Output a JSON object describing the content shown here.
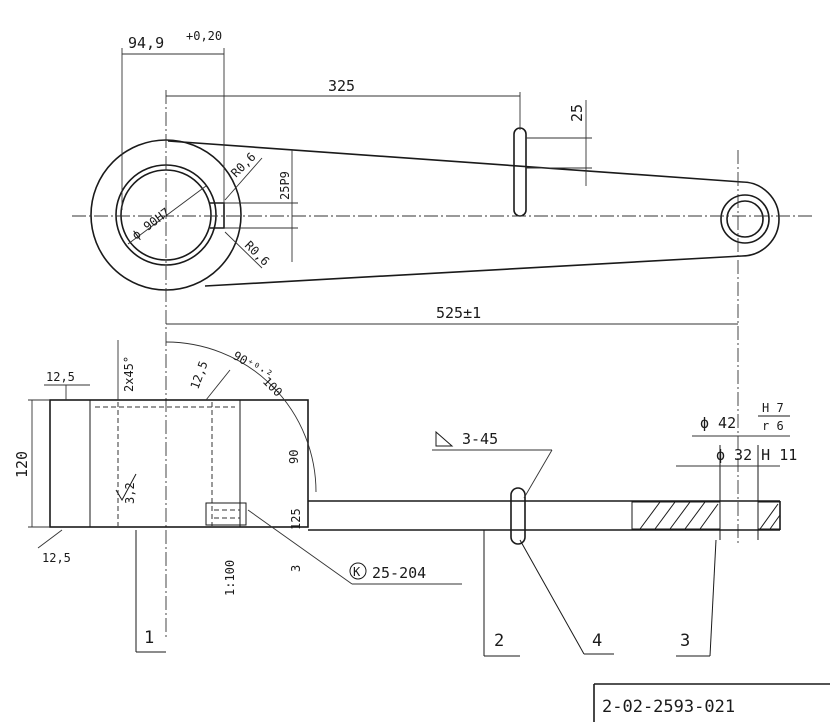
{
  "dimensions": {
    "d_94_9": "94,9",
    "d_94_9_tol": "+0,20",
    "d_325": "325",
    "d_25_top": "25",
    "d_525": "525±1",
    "d_r06_a": "R0,6",
    "d_r06_b": "R0,6",
    "d_25p9": "25P9",
    "d_bore": "ϕ 90H7",
    "d_2x45": "2x45°",
    "d_12_5_a": "12,5",
    "d_12_5_b": "12,5",
    "d_12_5_c": "12,5",
    "d_120": "120",
    "d_3_2": "3,2",
    "d_125": "125",
    "d_1_100": "1:100",
    "d_3": "3",
    "d_90_tol": "90⁺⁰·²",
    "d_100": "100",
    "d_90": "90",
    "d_phi42": "ϕ 42",
    "d_h7": "H 7",
    "d_r6": "r 6",
    "d_phi32": "ϕ 32 H 11"
  },
  "annotations": {
    "weld": "3-45",
    "k_mark": "K",
    "k_text": "25-204"
  },
  "part_numbers": {
    "p1": "1",
    "p2": "2",
    "p3": "3",
    "p4": "4"
  },
  "title_block": {
    "drawing_number": "2-02-2593-021"
  }
}
